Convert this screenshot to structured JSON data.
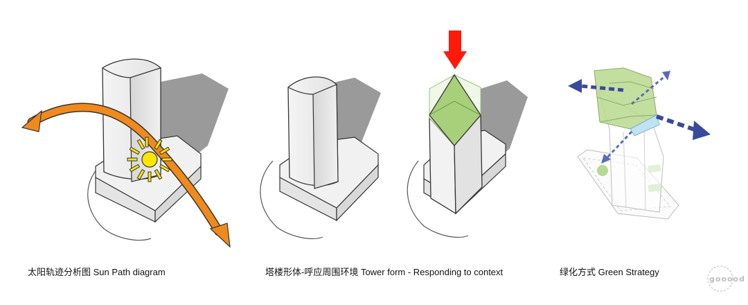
{
  "captions": {
    "sun_path": "太阳轨迹分析图  Sun Path diagram",
    "tower_form": "塔楼形体-呼应周围环境  Tower form -  Responding to context",
    "green_strategy": "绿化方式  Green Strategy"
  },
  "watermark": {
    "text": "gooood"
  },
  "colors": {
    "sun_path_arrow": "#f08a1c",
    "sun_fill": "#ffe600",
    "context_arrow": "#ff1a0a",
    "green_fill": "#a8cf7a",
    "wind_arrow": "#3a4a9a",
    "shadow": "#9a9a9a"
  }
}
